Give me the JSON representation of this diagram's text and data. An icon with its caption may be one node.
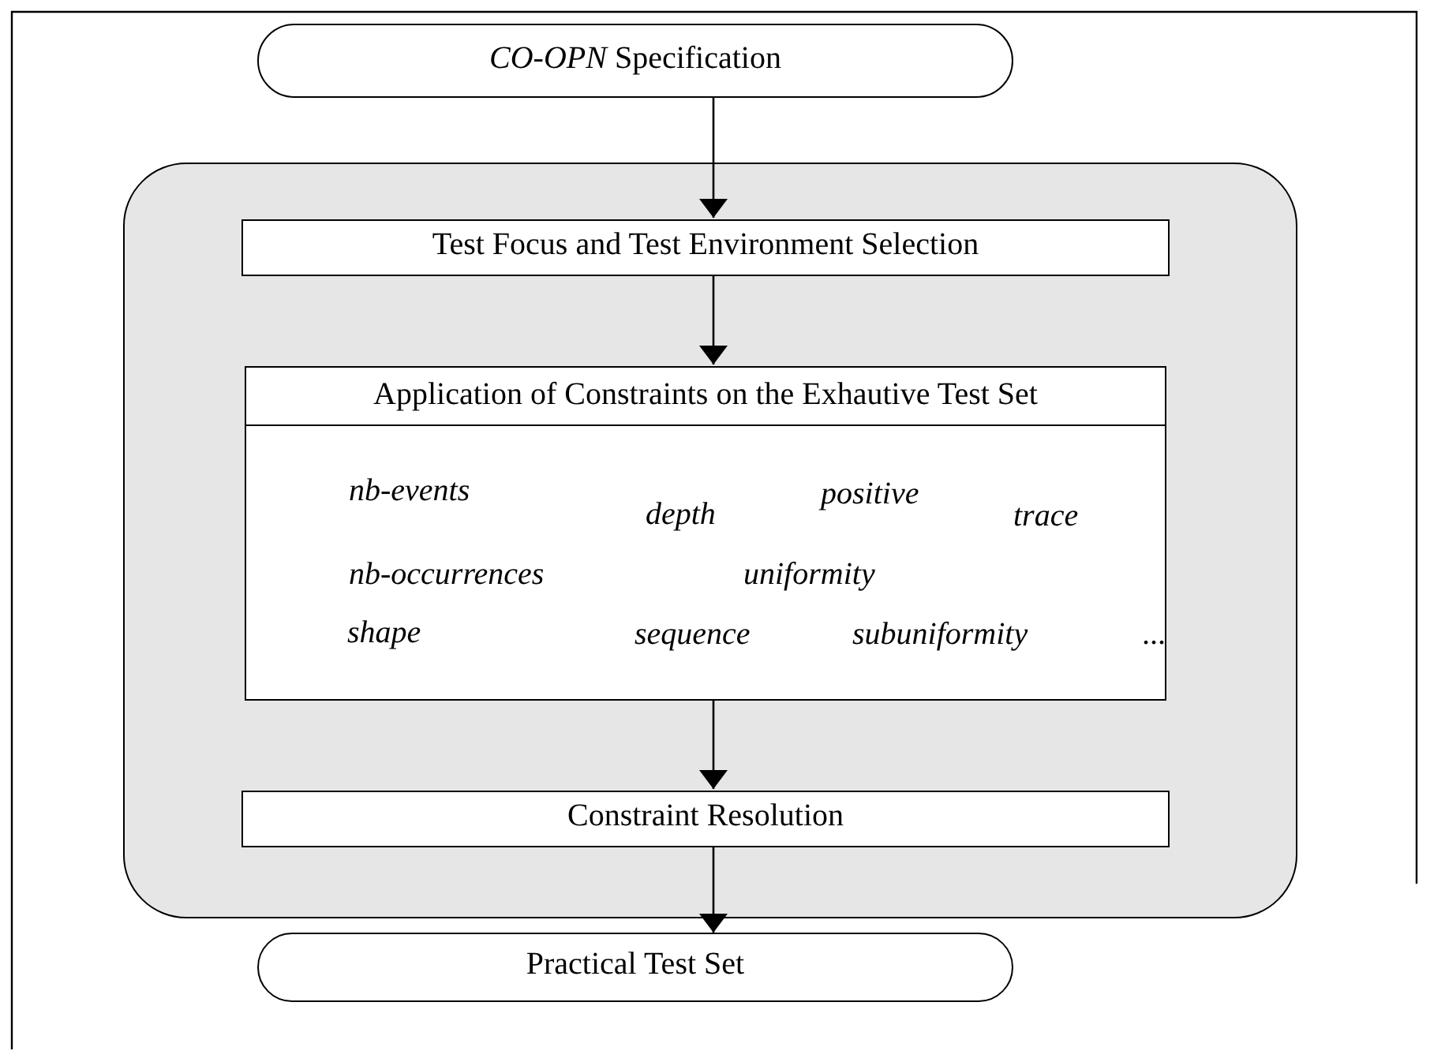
{
  "diagram": {
    "nodes": [
      {
        "text": [
          "*CO-OPN* Specification"
        ]
      },
      {
        "text": [],
        "shape": "box"
      },
      {
        "text": [
          "Test Focus and Test Environment Selection"
        ],
        "in": 1
      },
      {
        "text": [
          "Application of Constraints on the Exhautive Test Set",
          "nb-events",
          "depth",
          "positive",
          "trace",
          "nb-occurrences",
          "uniformity",
          "shape",
          "sequence",
          "subuniformity",
          "..."
        ],
        "in": 1
      },
      {
        "text": [
          "Constraint Resolution"
        ],
        "in": 1
      },
      {
        "text": [
          "Practical Test Set"
        ]
      }
    ],
    "edges": [
      {
        "from": 0,
        "to": 2,
        "arrow": "to"
      },
      {
        "from": 2,
        "to": 3,
        "arrow": "to"
      },
      {
        "from": 3,
        "to": 4,
        "arrow": "to"
      },
      {
        "from": 4,
        "to": 5,
        "arrow": "to"
      }
    ]
  }
}
